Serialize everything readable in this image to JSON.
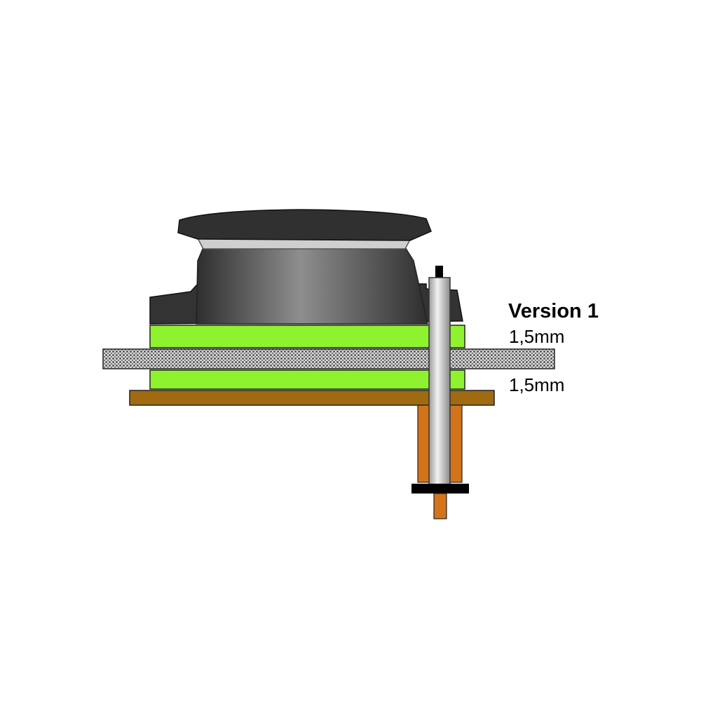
{
  "labels": {
    "version": "Version 1",
    "thickness_top": "1,5mm",
    "thickness_bottom": "1,5mm"
  },
  "colors": {
    "cap_dark": "#2f2f2f",
    "rim_light": "#cfcfcf",
    "body_gradient_center": "#8c8c8c",
    "body_gradient_edge": "#333333",
    "foam_green": "#8ef22e",
    "panel_mesh": "#6a6a6a",
    "pcb_brown": "#a06a10",
    "spacer_orange": "#d4741a",
    "pin_silver": "#c8c8c8",
    "washer_black": "#000000"
  },
  "parts": [
    "speaker-cap",
    "speaker-body",
    "foam-layer-top",
    "perforated-panel",
    "foam-layer-bottom",
    "pcb-board",
    "mounting-pin",
    "spacer-tube",
    "washer"
  ]
}
